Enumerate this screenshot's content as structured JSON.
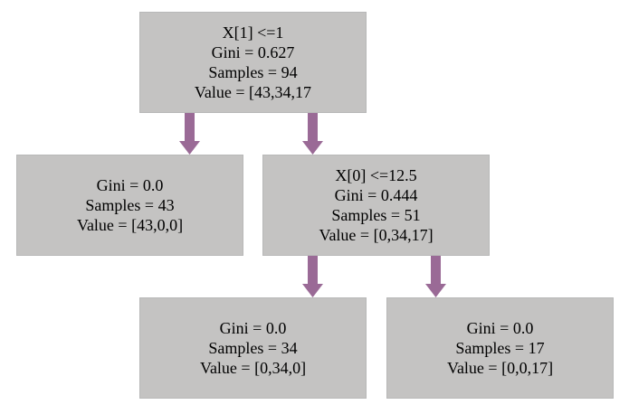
{
  "colors": {
    "node_fill": "#c4c3c2",
    "arrow": "#9a6a96"
  },
  "nodes": {
    "root": {
      "split": "X[1] <=1",
      "gini": "Gini = 0.627",
      "samples": "Samples = 94",
      "value": "Value = [43,34,17"
    },
    "left": {
      "gini": "Gini = 0.0",
      "samples": "Samples = 43",
      "value": "Value = [43,0,0]"
    },
    "right": {
      "split": "X[0] <=12.5",
      "gini": "Gini = 0.444",
      "samples": "Samples = 51",
      "value": "Value = [0,34,17]"
    },
    "right_left": {
      "gini": "Gini = 0.0",
      "samples": "Samples = 34",
      "value": "Value = [0,34,0]"
    },
    "right_right": {
      "gini": "Gini = 0.0",
      "samples": "Samples = 17",
      "value": "Value = [0,0,17]"
    }
  },
  "edges": [
    {
      "from": "root",
      "to": "left"
    },
    {
      "from": "root",
      "to": "right"
    },
    {
      "from": "right",
      "to": "right_left"
    },
    {
      "from": "right",
      "to": "right_right"
    }
  ]
}
